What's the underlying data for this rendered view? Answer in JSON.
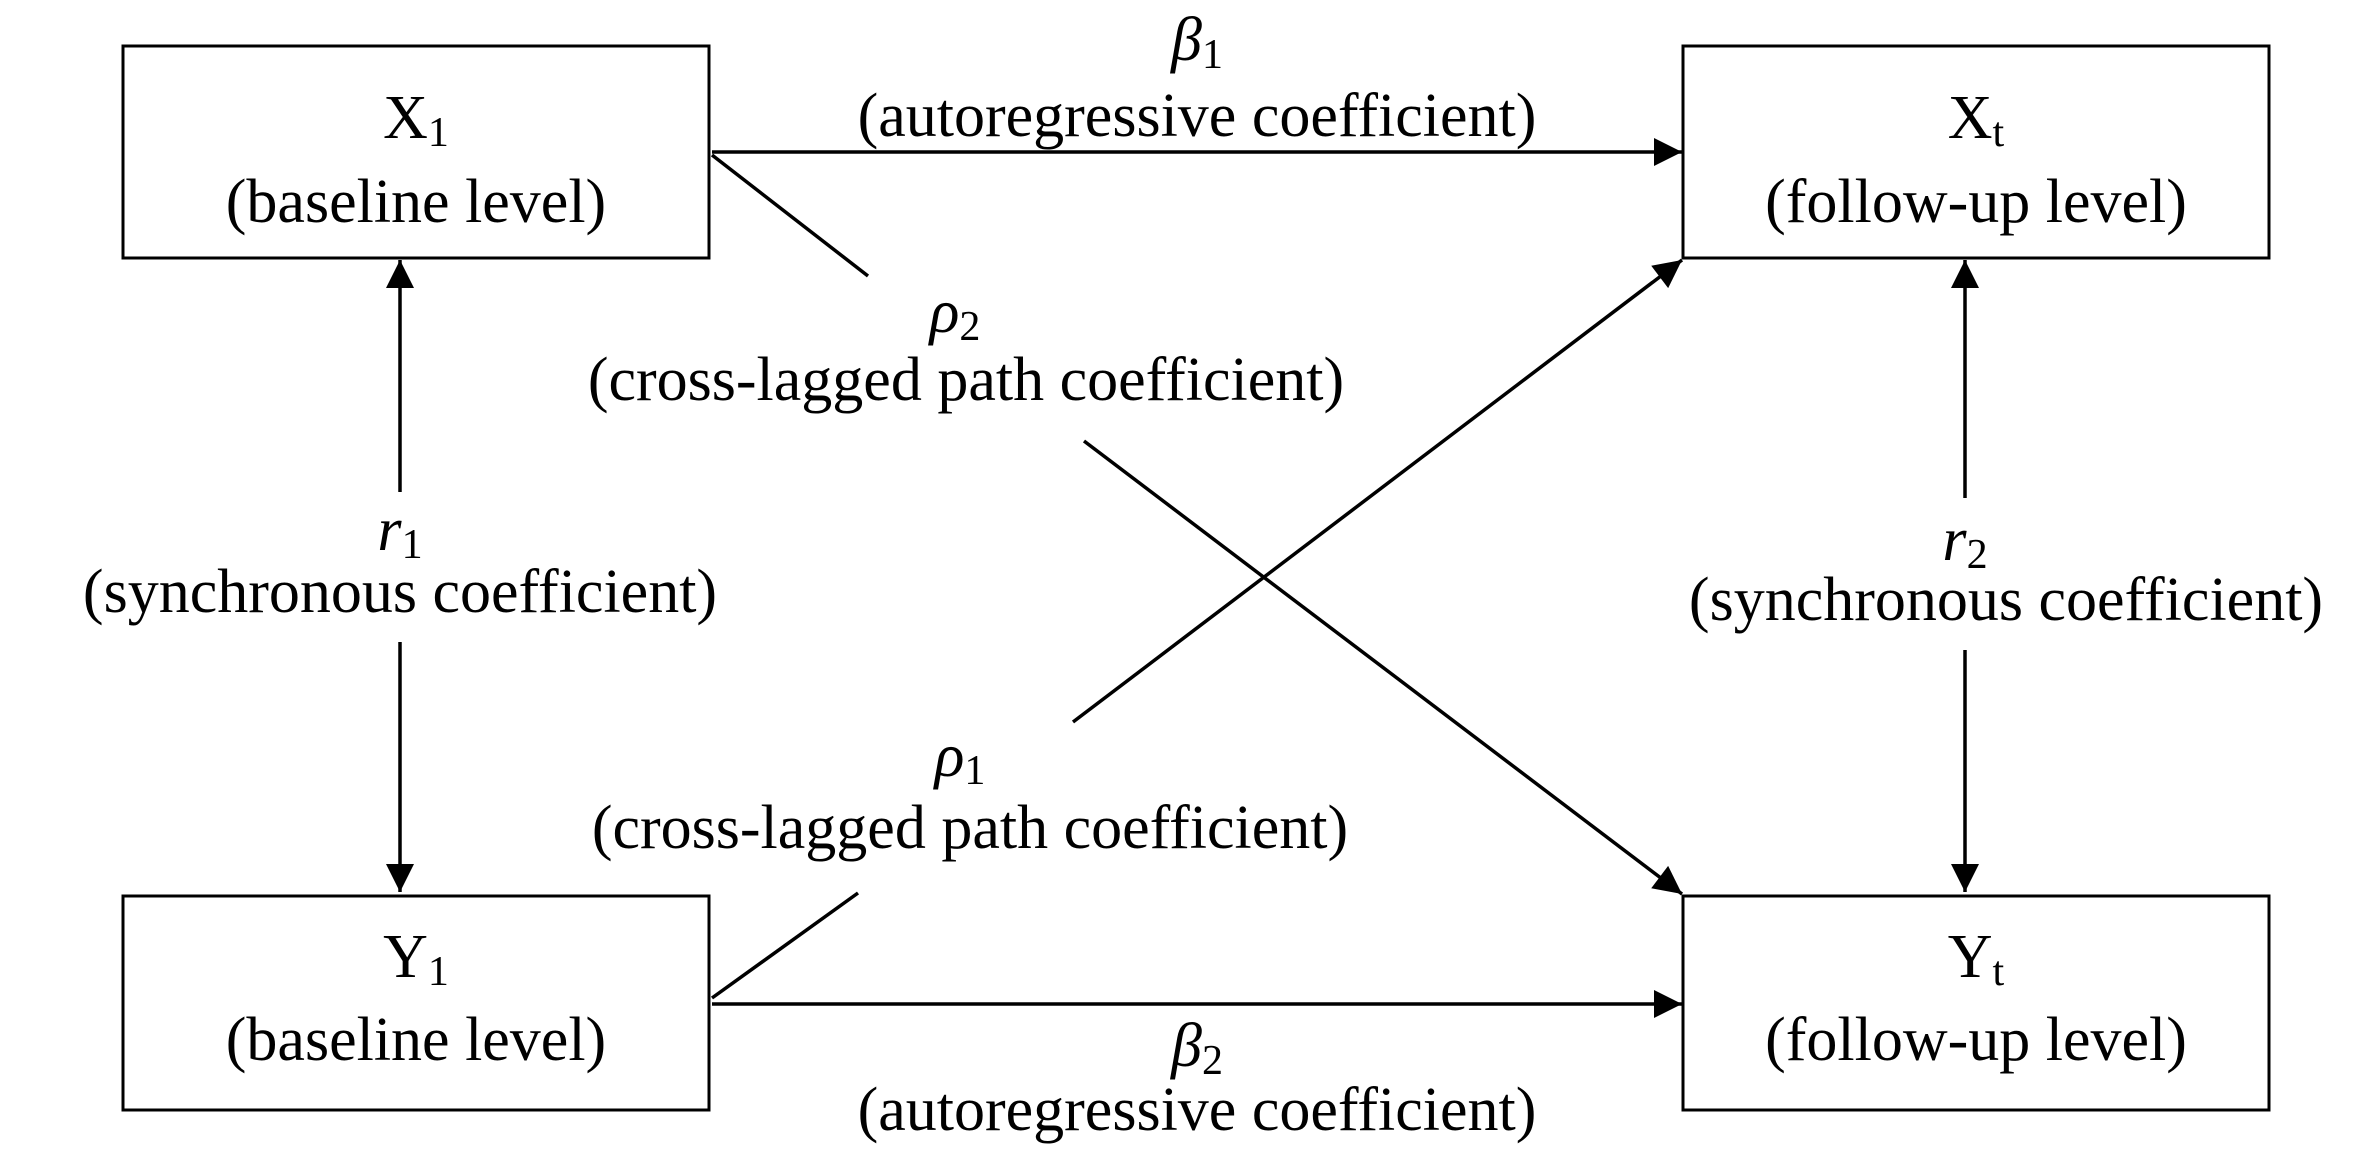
{
  "nodes": {
    "x1": {
      "main": "X",
      "sub": "1",
      "desc": "(baseline level)"
    },
    "xt": {
      "main": "X",
      "sub": "t",
      "desc": "(follow-up level)"
    },
    "y1": {
      "main": "Y",
      "sub": "1",
      "desc": "(baseline level)"
    },
    "yt": {
      "main": "Y",
      "sub": "t",
      "desc": "(follow-up level)"
    }
  },
  "edges": {
    "beta1": {
      "sym": "β",
      "sub": "1",
      "desc": "(autoregressive coefficient)"
    },
    "beta2": {
      "sym": "β",
      "sub": "2",
      "desc": "(autoregressive coefficient)"
    },
    "rho1": {
      "sym": "ρ",
      "sub": "1",
      "desc": "(cross-lagged path coefficient)"
    },
    "rho2": {
      "sym": "ρ",
      "sub": "2",
      "desc": "(cross-lagged path coefficient)"
    },
    "r1": {
      "sym": "r",
      "sub": "1",
      "desc": "(synchronous coefficient)"
    },
    "r2": {
      "sym": "r",
      "sub": "2",
      "desc": "(synchronous coefficient)"
    }
  }
}
